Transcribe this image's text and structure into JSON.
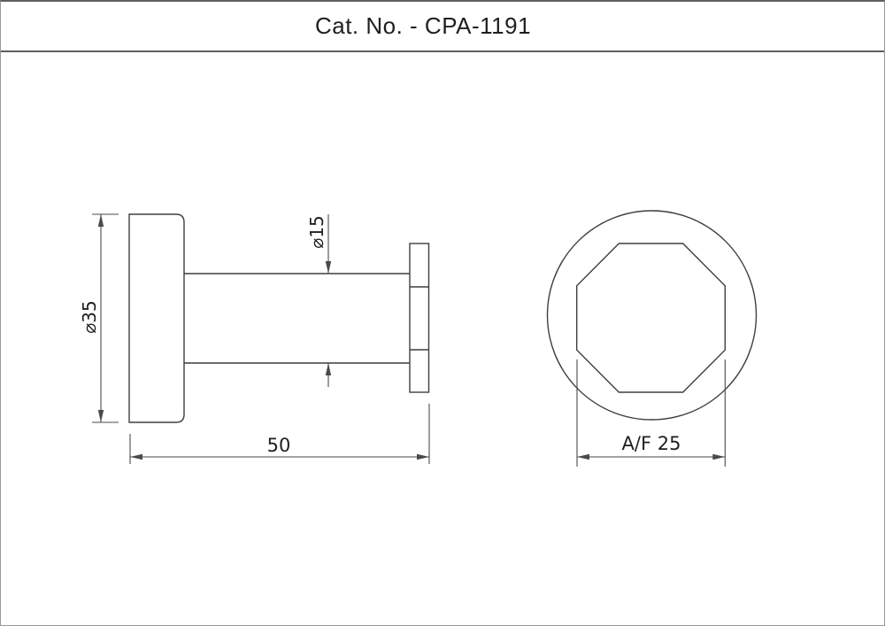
{
  "title": "Cat. No. - CPA-1191",
  "views": {
    "side": {
      "label_head_diameter": "⌀35",
      "label_stem_diameter": "⌀15",
      "label_overall_length": "50"
    },
    "front": {
      "label_across_flats": "A/F 25"
    }
  },
  "colors": {
    "line": "#3f3f3f",
    "dimension": "#4a4a4a",
    "text": "#1f1f1f",
    "border": "#999999",
    "separator": "#5f5f5f",
    "background": "#ffffff"
  }
}
